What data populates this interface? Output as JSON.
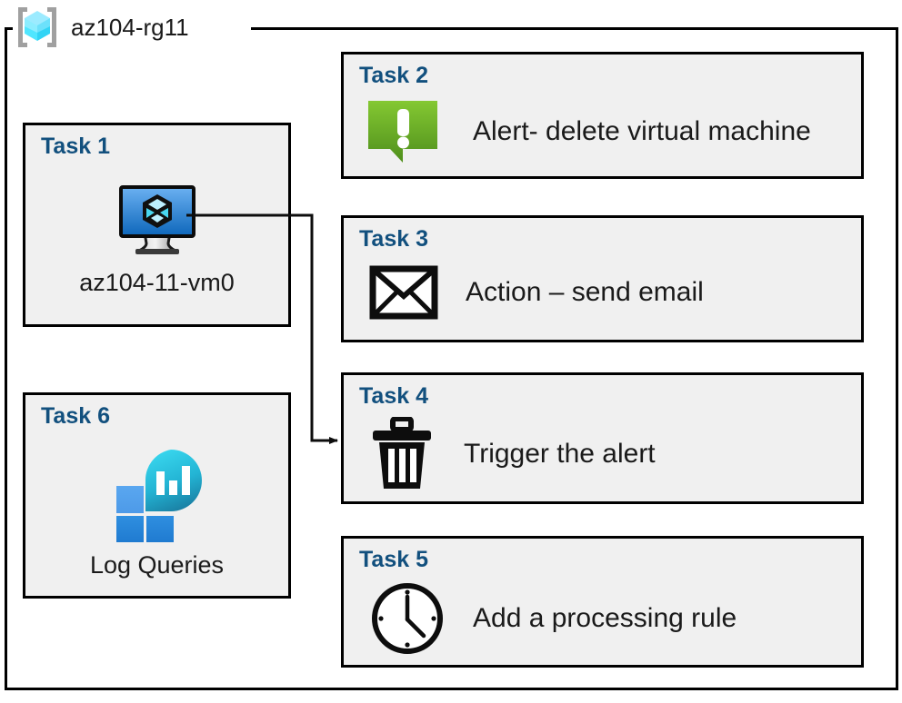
{
  "resource_group": {
    "name": "az104-rg11",
    "icon": "resource-group-cube-icon"
  },
  "colors": {
    "task_title": "#12507e",
    "card_bg": "#f0f0f0",
    "card_border": "#000000",
    "alert_green_light": "#7ac143",
    "alert_green_dark": "#5a9e22",
    "vm_blue_light": "#5fa8ef",
    "vm_blue_dark": "#0f6cc0",
    "log_cyan": "#32cfe8",
    "log_teal": "#1a86a8",
    "log_blue": "#2b88d8",
    "rg_cube_cyan": "#50e6ff",
    "rg_bracket_gray": "#a0a0a0",
    "connector": "#000000"
  },
  "cards": {
    "task1": {
      "title": "Task 1",
      "caption": "az104-11-vm0",
      "icon": "virtual-machine-icon"
    },
    "task6": {
      "title": "Task 6",
      "caption": "Log Queries",
      "icon": "log-analytics-icon"
    },
    "task2": {
      "title": "Task 2",
      "label": "Alert- delete virtual machine",
      "icon": "alert-exclamation-icon"
    },
    "task3": {
      "title": "Task 3",
      "label": "Action – send email",
      "icon": "email-envelope-icon"
    },
    "task4": {
      "title": "Task 4",
      "label": "Trigger the alert",
      "icon": "trash-delete-icon"
    },
    "task5": {
      "title": "Task 5",
      "label": "Add a processing rule",
      "icon": "clock-icon"
    }
  },
  "connector": {
    "from": "virtual-machine-icon",
    "to": "task4-card",
    "arrow": "arrowhead-right"
  }
}
